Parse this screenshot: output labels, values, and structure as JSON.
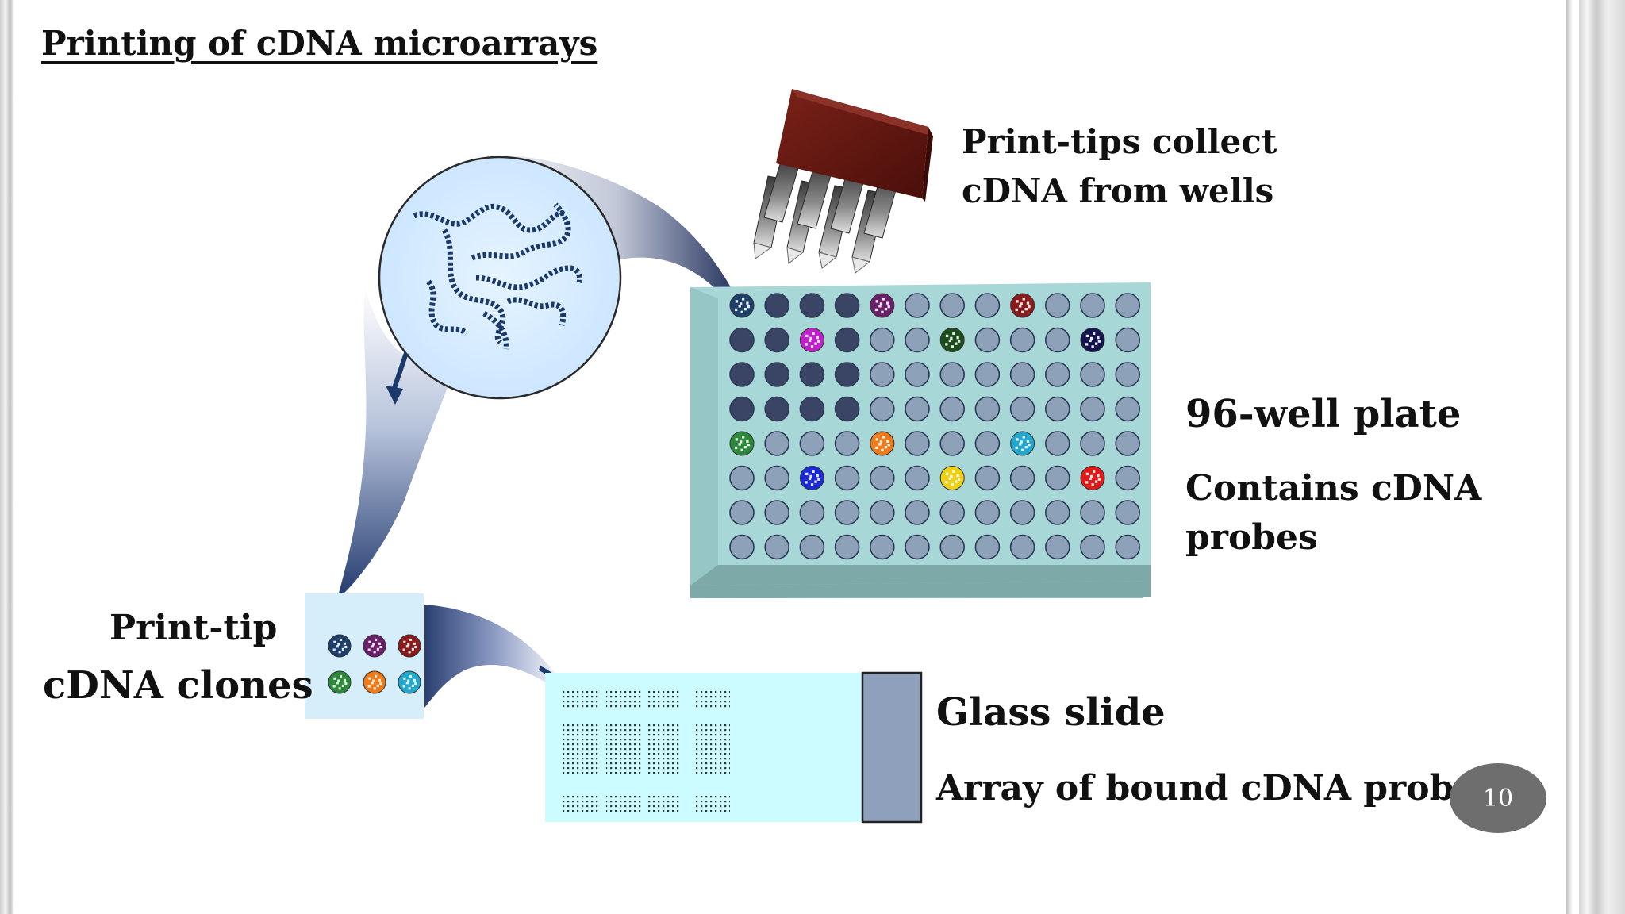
{
  "slide": {
    "title": "Printing of  cDNA microarrays",
    "page_number": "10"
  },
  "labels": {
    "print_tips_line1": "Print-tips collect",
    "print_tips_line2": "cDNA from wells",
    "plate_title": "96-well plate",
    "plate_desc_line1": "Contains cDNA",
    "plate_desc_line2": "probes",
    "print_tip_line1": "Print-tip",
    "print_tip_line2": "cDNA clones",
    "slide_title": "Glass slide",
    "slide_desc": "Array of  bound cDNA probes"
  },
  "plate": {
    "rows": 8,
    "cols": 12,
    "dark_wells": [
      [
        0,
        1
      ],
      [
        0,
        2
      ],
      [
        0,
        3
      ],
      [
        1,
        0
      ],
      [
        1,
        1
      ],
      [
        1,
        3
      ],
      [
        2,
        0
      ],
      [
        2,
        1
      ],
      [
        2,
        2
      ],
      [
        2,
        3
      ],
      [
        3,
        0
      ],
      [
        3,
        1
      ],
      [
        3,
        2
      ],
      [
        3,
        3
      ]
    ],
    "colored_wells": [
      {
        "row": 0,
        "col": 0,
        "color": "#1d3f6b"
      },
      {
        "row": 0,
        "col": 4,
        "color": "#6b1f6b"
      },
      {
        "row": 0,
        "col": 8,
        "color": "#8b1a1a"
      },
      {
        "row": 1,
        "col": 2,
        "color": "#c020c8"
      },
      {
        "row": 1,
        "col": 6,
        "color": "#1c4d1c"
      },
      {
        "row": 1,
        "col": 10,
        "color": "#141450"
      },
      {
        "row": 4,
        "col": 0,
        "color": "#2a8a3a"
      },
      {
        "row": 4,
        "col": 4,
        "color": "#f07a18"
      },
      {
        "row": 4,
        "col": 8,
        "color": "#20a8d0"
      },
      {
        "row": 5,
        "col": 2,
        "color": "#1a2ad8"
      },
      {
        "row": 5,
        "col": 6,
        "color": "#f0d010"
      },
      {
        "row": 5,
        "col": 10,
        "color": "#e01818"
      }
    ]
  },
  "print_tip_clones": [
    "#1d3f6b",
    "#6b1f6b",
    "#8b1a1a",
    "#2a8a3a",
    "#f07a18",
    "#20a8d0"
  ],
  "colors": {
    "plate_top": "#a8d7d8",
    "plate_front": "#7ea9a9",
    "well_light": "#8da2b8",
    "well_dark": "#3a4566",
    "glass_slide": "#ccfcff",
    "slide_label": "#8ea0bc",
    "tip_head": "#5a1410",
    "arrow": "#1b3a6b"
  }
}
